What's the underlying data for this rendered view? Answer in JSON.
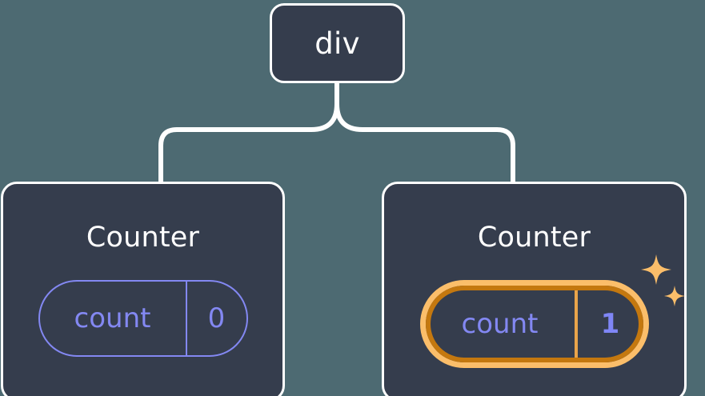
{
  "diagram": {
    "type": "component-tree",
    "background_color": "#4D6A72",
    "node_fill_color": "#353D4D",
    "node_border_color": "#FFFFFF",
    "edge_color": "#FFFFFF",
    "state_color": "#8388F2",
    "highlight_color_outer": "#C4780F",
    "highlight_color_inner": "#FBBE6A",
    "root": {
      "label": "div"
    },
    "children": [
      {
        "label": "Counter",
        "state": {
          "key": "count",
          "value": "0"
        },
        "highlighted": false
      },
      {
        "label": "Counter",
        "state": {
          "key": "count",
          "value": "1"
        },
        "highlighted": true,
        "sparkle_icons": [
          "sparkle-large",
          "sparkle-small"
        ]
      }
    ]
  }
}
